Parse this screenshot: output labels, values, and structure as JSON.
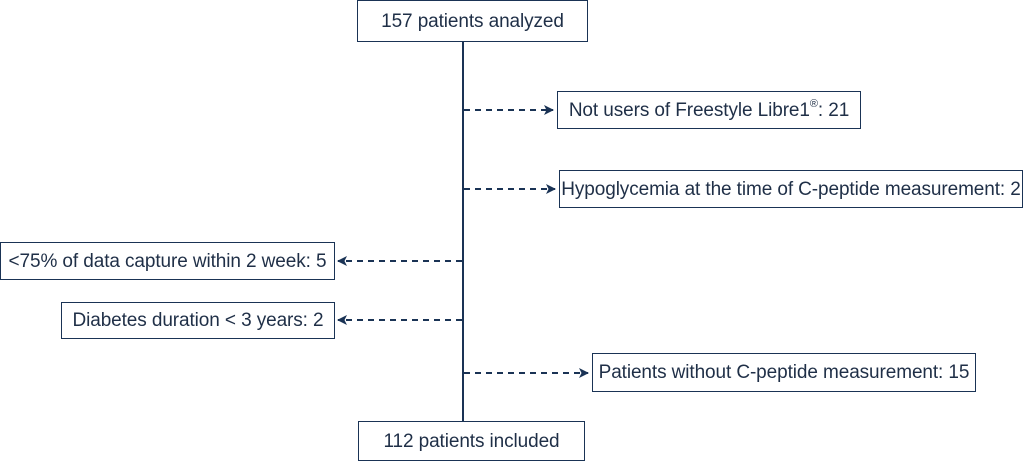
{
  "flowchart": {
    "start": {
      "label": "157 patients analyzed"
    },
    "end": {
      "label": "112 patients included"
    },
    "exclusions": [
      {
        "text": "Not users of Freestyle Libre1",
        "sup": "®",
        "suffix": ": 21",
        "side": "right"
      },
      {
        "text": "Hypoglycemia at the time of C-peptide measurement: 2",
        "sup": "",
        "suffix": "",
        "side": "right"
      },
      {
        "text": "<75% of data capture within 2 week: 5",
        "sup": "",
        "suffix": "",
        "side": "left"
      },
      {
        "text": "Diabetes duration < 3 years: 2",
        "sup": "",
        "suffix": "",
        "side": "left"
      },
      {
        "text": "Patients without C-peptide measurement: 15",
        "sup": "",
        "suffix": "",
        "side": "right"
      }
    ]
  },
  "colors": {
    "line": "#1a3355",
    "text": "#1f2f47",
    "background": "#ffffff"
  }
}
